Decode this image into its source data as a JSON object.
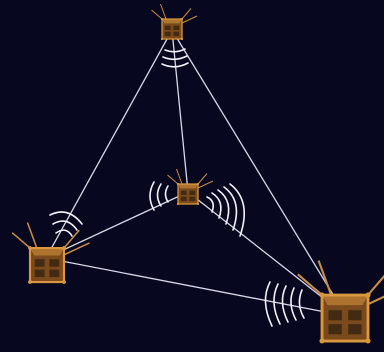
{
  "scene": {
    "background": "#07071f",
    "link_color": "#d8d8e6",
    "wave_color": "#f2f2f8",
    "satellite_body": "#7a4a1c",
    "satellite_edge": "#d9983f",
    "panel_dark": "#3a2410",
    "antenna": "#c78d47"
  },
  "satellites": [
    {
      "name": "satellite-top",
      "icon": "cubesat-icon"
    },
    {
      "name": "satellite-center",
      "icon": "cubesat-icon"
    },
    {
      "name": "satellite-left",
      "icon": "cubesat-icon"
    },
    {
      "name": "satellite-bottom-right",
      "icon": "cubesat-icon"
    }
  ]
}
